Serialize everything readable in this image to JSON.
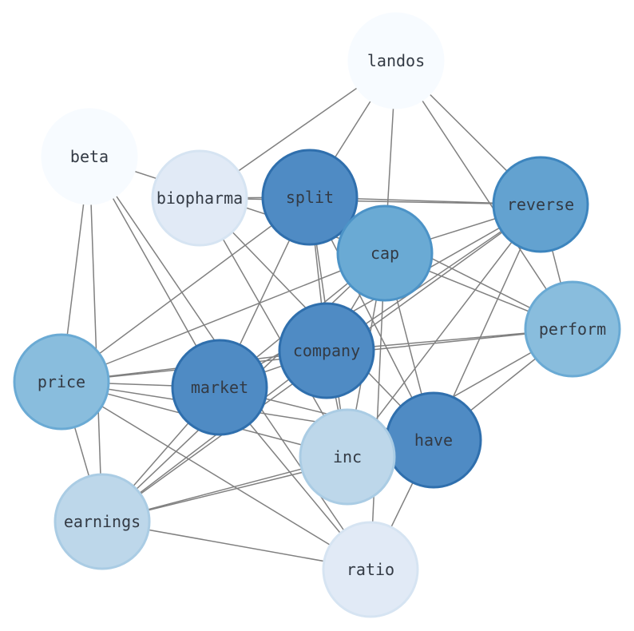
{
  "nodes": [
    {
      "id": "landos",
      "label": "landos",
      "fill": "#f7fbff",
      "stroke": "#f7fbff"
    },
    {
      "id": "beta",
      "label": "beta",
      "fill": "#f7fbff",
      "stroke": "#f7fbff"
    },
    {
      "id": "biopharma",
      "label": "biopharma",
      "fill": "#e1eaf6",
      "stroke": "#d6e4f2"
    },
    {
      "id": "split",
      "label": "split",
      "fill": "#4f8bc4",
      "stroke": "#2f6fad"
    },
    {
      "id": "reverse",
      "label": "reverse",
      "fill": "#63a2d0",
      "stroke": "#3d85be"
    },
    {
      "id": "cap",
      "label": "cap",
      "fill": "#6aaad4",
      "stroke": "#4c93c7"
    },
    {
      "id": "perform",
      "label": "perform",
      "fill": "#89bddd",
      "stroke": "#6aaad4"
    },
    {
      "id": "company",
      "label": "company",
      "fill": "#4f8bc4",
      "stroke": "#2f6fad"
    },
    {
      "id": "price",
      "label": "price",
      "fill": "#89bddd",
      "stroke": "#6aaad4"
    },
    {
      "id": "market",
      "label": "market",
      "fill": "#4f8bc4",
      "stroke": "#2f6fad"
    },
    {
      "id": "have",
      "label": "have",
      "fill": "#4f8bc4",
      "stroke": "#2f6fad"
    },
    {
      "id": "inc",
      "label": "inc",
      "fill": "#bdd7ea",
      "stroke": "#aacce4"
    },
    {
      "id": "earnings",
      "label": "earnings",
      "fill": "#bdd7ea",
      "stroke": "#aacce4"
    },
    {
      "id": "ratio",
      "label": "ratio",
      "fill": "#e1eaf6",
      "stroke": "#d6e4f2"
    }
  ],
  "edges": [
    [
      "landos",
      "biopharma"
    ],
    [
      "landos",
      "split"
    ],
    [
      "landos",
      "cap"
    ],
    [
      "landos",
      "reverse"
    ],
    [
      "landos",
      "perform"
    ],
    [
      "beta",
      "price"
    ],
    [
      "beta",
      "earnings"
    ],
    [
      "beta",
      "market"
    ],
    [
      "beta",
      "cap"
    ],
    [
      "beta",
      "ratio"
    ],
    [
      "biopharma",
      "split"
    ],
    [
      "biopharma",
      "reverse"
    ],
    [
      "biopharma",
      "inc"
    ],
    [
      "biopharma",
      "have"
    ],
    [
      "split",
      "reverse"
    ],
    [
      "split",
      "cap"
    ],
    [
      "split",
      "perform"
    ],
    [
      "split",
      "company"
    ],
    [
      "split",
      "market"
    ],
    [
      "split",
      "inc"
    ],
    [
      "split",
      "have"
    ],
    [
      "split",
      "price"
    ],
    [
      "reverse",
      "cap"
    ],
    [
      "reverse",
      "perform"
    ],
    [
      "reverse",
      "company"
    ],
    [
      "reverse",
      "market"
    ],
    [
      "reverse",
      "inc"
    ],
    [
      "reverse",
      "have"
    ],
    [
      "reverse",
      "earnings"
    ],
    [
      "cap",
      "perform"
    ],
    [
      "cap",
      "company"
    ],
    [
      "cap",
      "market"
    ],
    [
      "cap",
      "inc"
    ],
    [
      "cap",
      "have"
    ],
    [
      "cap",
      "price"
    ],
    [
      "cap",
      "earnings"
    ],
    [
      "cap",
      "ratio"
    ],
    [
      "perform",
      "company"
    ],
    [
      "perform",
      "price"
    ],
    [
      "perform",
      "inc"
    ],
    [
      "perform",
      "have"
    ],
    [
      "company",
      "price"
    ],
    [
      "company",
      "market"
    ],
    [
      "company",
      "inc"
    ],
    [
      "company",
      "earnings"
    ],
    [
      "price",
      "market"
    ],
    [
      "price",
      "have"
    ],
    [
      "price",
      "inc"
    ],
    [
      "price",
      "earnings"
    ],
    [
      "price",
      "ratio"
    ],
    [
      "market",
      "have"
    ],
    [
      "market",
      "earnings"
    ],
    [
      "market",
      "ratio"
    ],
    [
      "have",
      "inc"
    ],
    [
      "have",
      "earnings"
    ],
    [
      "have",
      "ratio"
    ],
    [
      "inc",
      "earnings"
    ],
    [
      "earnings",
      "ratio"
    ]
  ]
}
